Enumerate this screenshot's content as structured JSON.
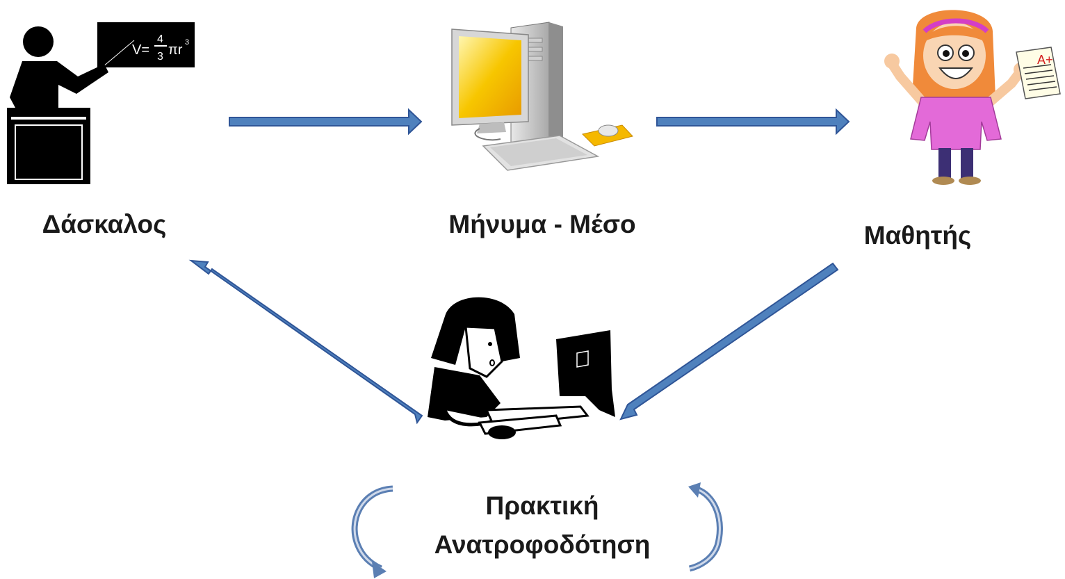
{
  "labels": {
    "teacher": "Δάσκαλος",
    "medium": "Μήνυμα - Μέσο",
    "student": "Μαθητής",
    "practice_line1": "Πρακτική",
    "practice_line2": "Ανατροφοδότηση"
  },
  "blackboard": {
    "formula_lhs": "V=",
    "fraction_num": "4",
    "fraction_den": "3",
    "formula_rhs": "πr",
    "exponent": "3"
  },
  "paper": {
    "grade": "A+"
  },
  "icons": [
    "teacher-icon",
    "desktop-computer-icon",
    "student-girl-icon",
    "person-at-computer-icon"
  ],
  "colors": {
    "arrow_fill": "#4f81bd",
    "arrow_stroke": "#2f5597",
    "cycle_arrow": "#5b7fb3",
    "monitor_screen": "#f5b800",
    "student_shirt": "#e36ad8"
  }
}
